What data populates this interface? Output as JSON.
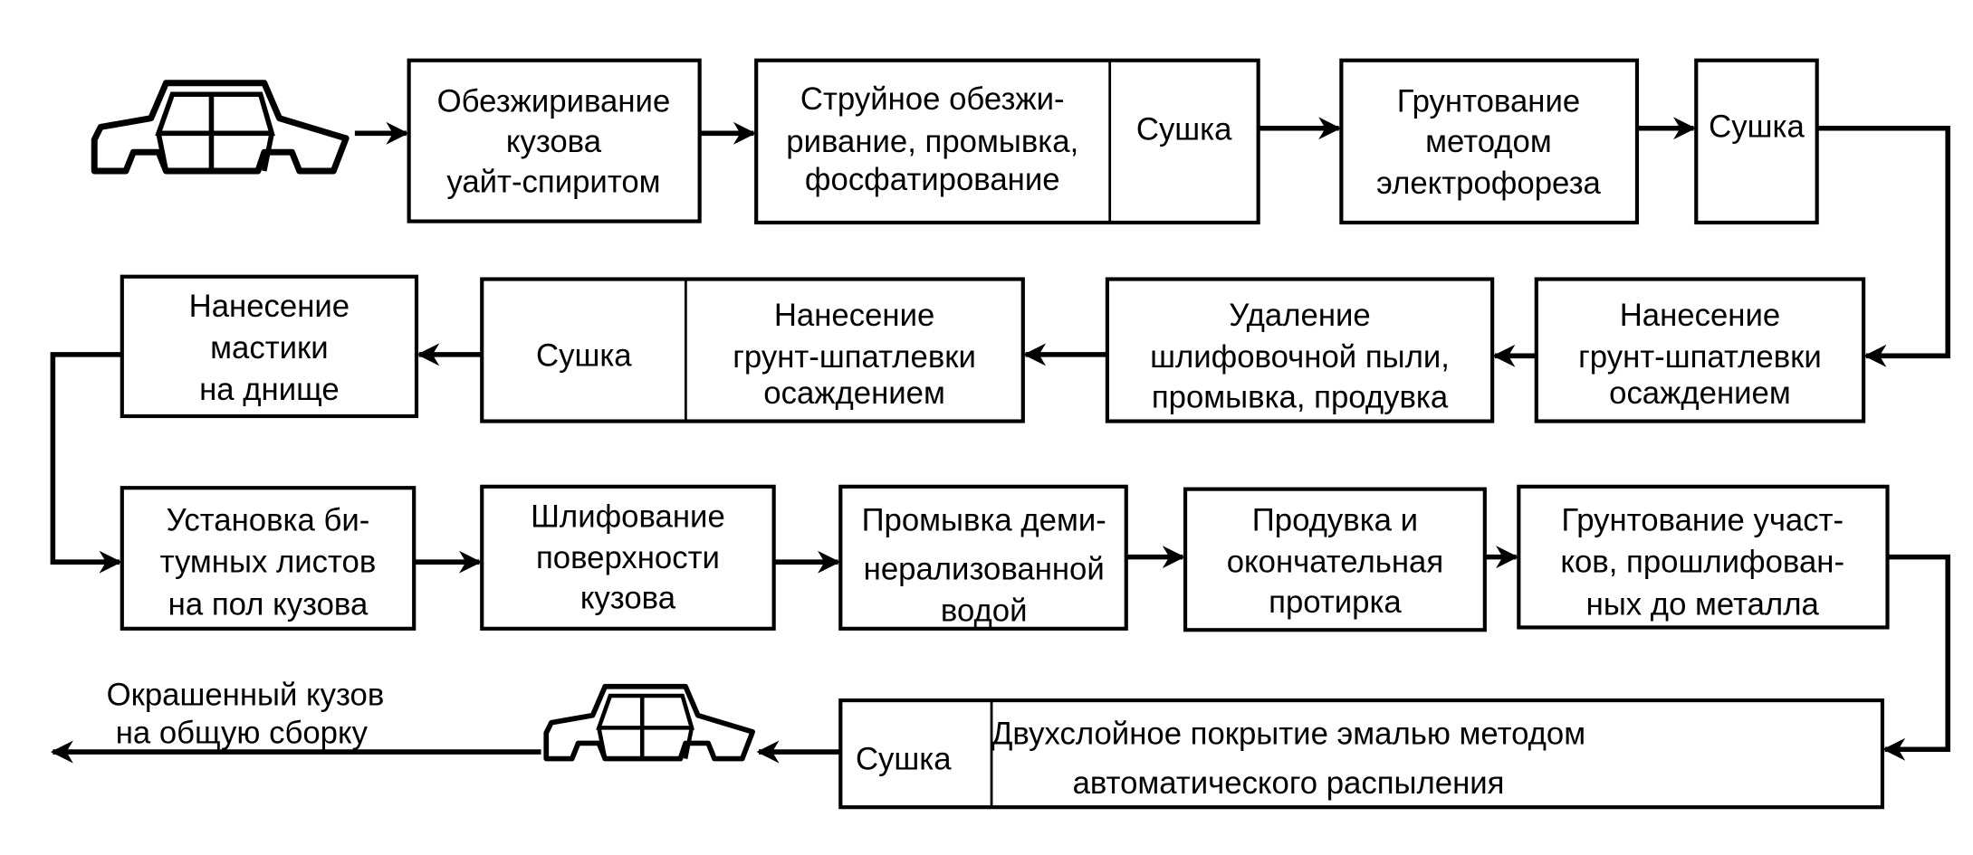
{
  "steps": {
    "s1": [
      "Обезжиривание",
      "кузова",
      "уайт-спиритом"
    ],
    "s2": [
      "Струйное обезжи-",
      "ривание, промывка,",
      "фосфатирование"
    ],
    "s2_dry": "Сушка",
    "s3": [
      "Грунтование",
      "методом",
      "электрофореза"
    ],
    "s4": "Сушка",
    "s5": [
      "Нанесение",
      "грунт-шпатлевки",
      "осаждением"
    ],
    "s6": [
      "Удаление",
      "шлифовочной пыли,",
      "промывка, продувка"
    ],
    "s7_dry": "Сушка",
    "s7": [
      "Нанесение",
      "грунт-шпатлевки",
      "осаждением"
    ],
    "s8": [
      "Нанесение",
      "мастики",
      "на днище"
    ],
    "s9": [
      "Установка би-",
      "тумных листов",
      "на пол кузова"
    ],
    "s10": [
      "Шлифование",
      "поверхности",
      "кузова"
    ],
    "s11": [
      "Промывка деми-",
      "нерализованной",
      "водой"
    ],
    "s12": [
      "Продувка и",
      "окончательная",
      "протирка"
    ],
    "s13": [
      "Грунтование участ-",
      "ков, прошлифован-",
      "ных до металла"
    ],
    "s14_dry": "Сушка",
    "s14": [
      "Двухслойное покрытие эмалью методом",
      "автоматического распыления"
    ]
  },
  "output_label": [
    "Окрашенный кузов",
    "на общую сборку"
  ],
  "icons": {
    "start": "car-body-icon",
    "end": "car-body-icon"
  }
}
